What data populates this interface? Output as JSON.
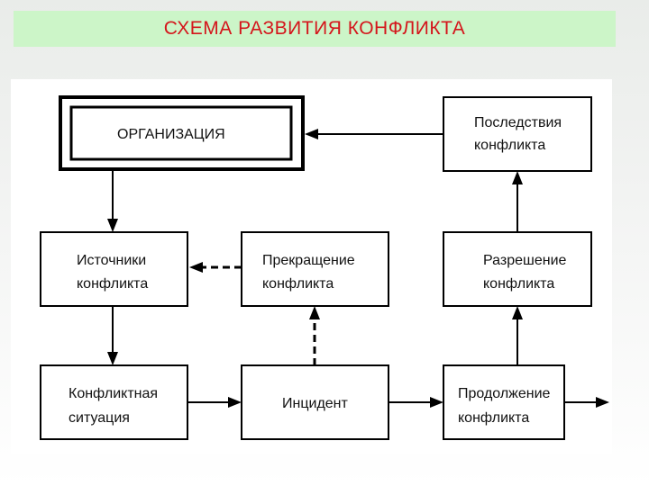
{
  "title": "СХЕМА РАЗВИТИЯ КОНФЛИКТА",
  "nodes": {
    "organization": [
      "ОРГАНИЗАЦИЯ"
    ],
    "consequences": [
      "Последствия",
      "конфликта"
    ],
    "sources": [
      "Источники",
      "конфликта"
    ],
    "termination": [
      "Прекращение",
      "конфликта"
    ],
    "resolution": [
      "Разрешение",
      "конфликта"
    ],
    "situation": [
      "Конфликтная",
      "ситуация"
    ],
    "incident": [
      "Инцидент"
    ],
    "continuation": [
      "Продолжение",
      "конфликта"
    ]
  },
  "edges": [
    {
      "from": "organization",
      "to": "sources",
      "style": "solid"
    },
    {
      "from": "sources",
      "to": "situation",
      "style": "solid"
    },
    {
      "from": "situation",
      "to": "incident",
      "style": "solid"
    },
    {
      "from": "incident",
      "to": "continuation",
      "style": "solid"
    },
    {
      "from": "incident",
      "to": "termination",
      "style": "dashed"
    },
    {
      "from": "termination",
      "to": "sources",
      "style": "dashed"
    },
    {
      "from": "continuation",
      "to": "resolution",
      "style": "solid"
    },
    {
      "from": "resolution",
      "to": "consequences",
      "style": "solid"
    },
    {
      "from": "consequences",
      "to": "organization",
      "style": "solid"
    },
    {
      "from": "continuation",
      "to": "outward",
      "style": "solid"
    }
  ]
}
